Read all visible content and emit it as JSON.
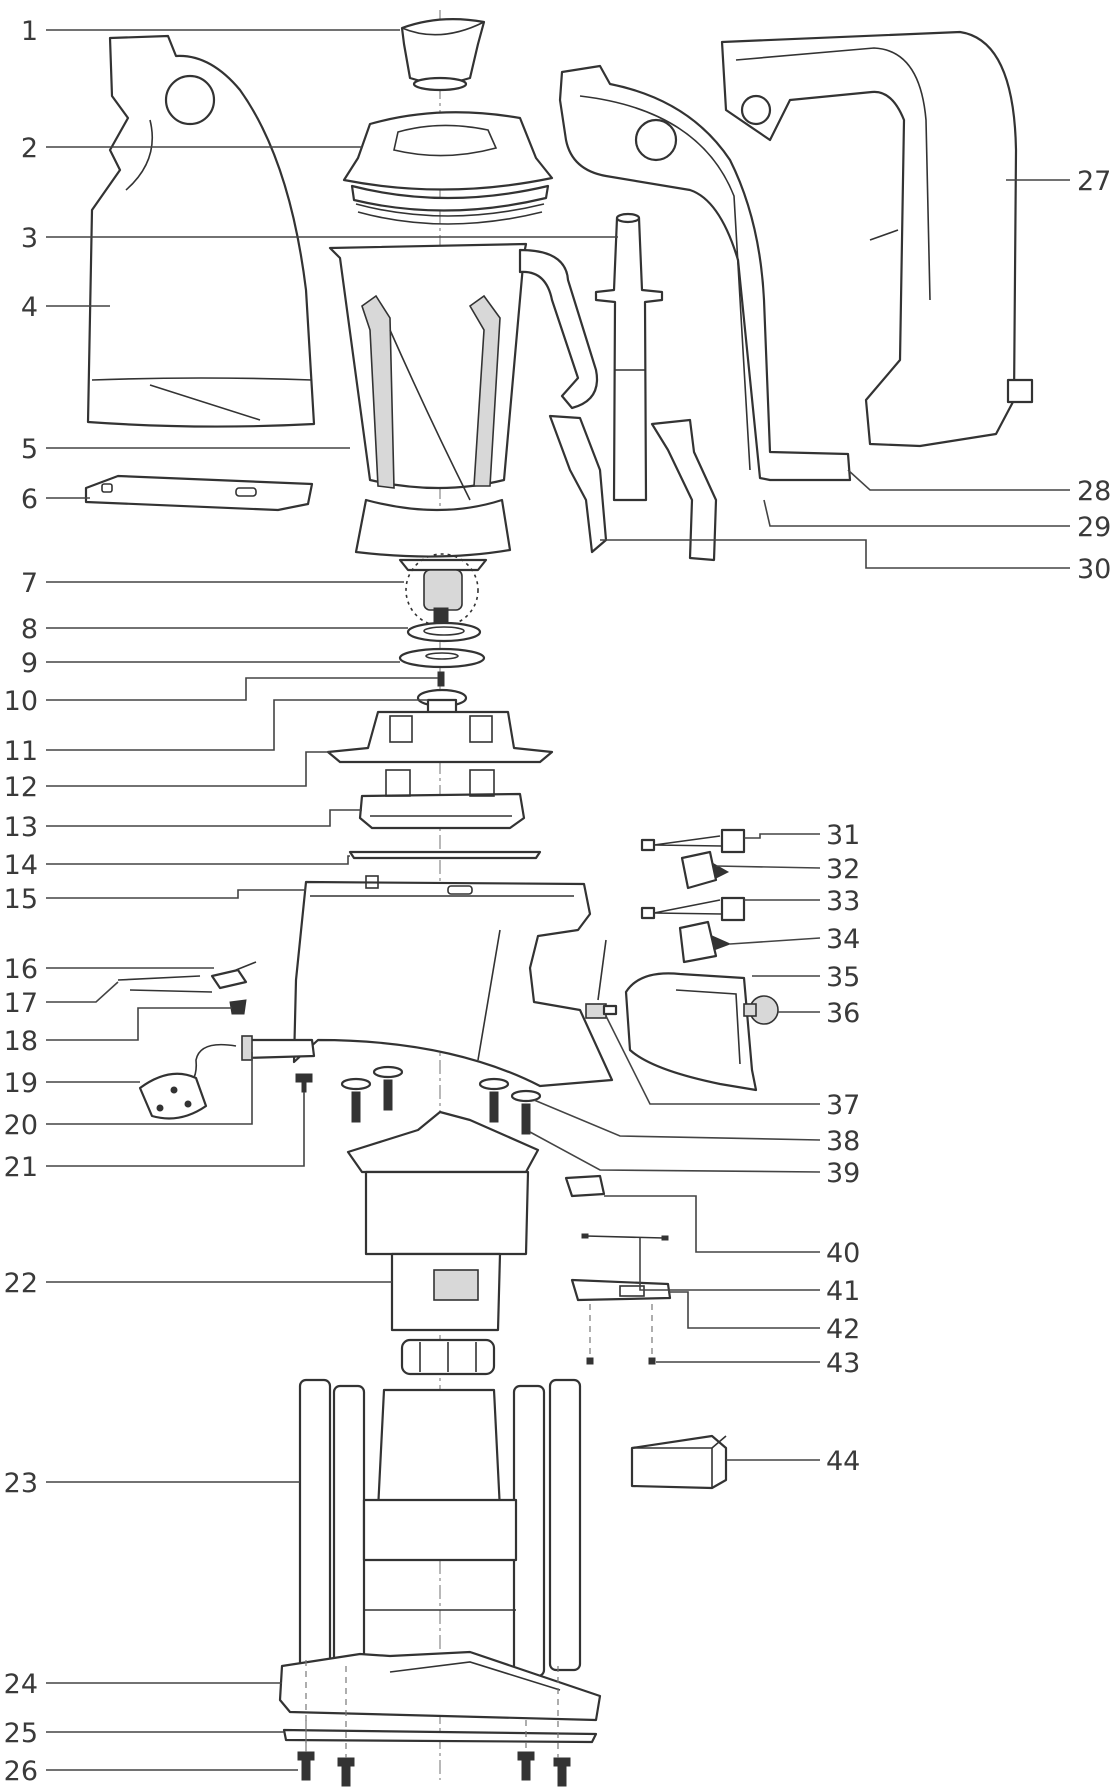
{
  "callouts": [
    {
      "n": "1"
    },
    {
      "n": "2"
    },
    {
      "n": "3"
    },
    {
      "n": "4"
    },
    {
      "n": "5"
    },
    {
      "n": "6"
    },
    {
      "n": "7"
    },
    {
      "n": "8"
    },
    {
      "n": "9"
    },
    {
      "n": "10"
    },
    {
      "n": "11"
    },
    {
      "n": "12"
    },
    {
      "n": "13"
    },
    {
      "n": "14"
    },
    {
      "n": "15"
    },
    {
      "n": "16"
    },
    {
      "n": "17"
    },
    {
      "n": "18"
    },
    {
      "n": "19"
    },
    {
      "n": "20"
    },
    {
      "n": "21"
    },
    {
      "n": "22"
    },
    {
      "n": "23"
    },
    {
      "n": "24"
    },
    {
      "n": "25"
    },
    {
      "n": "26"
    },
    {
      "n": "27"
    },
    {
      "n": "28"
    },
    {
      "n": "29"
    },
    {
      "n": "30"
    },
    {
      "n": "31"
    },
    {
      "n": "32"
    },
    {
      "n": "33"
    },
    {
      "n": "34"
    },
    {
      "n": "35"
    },
    {
      "n": "36"
    },
    {
      "n": "37"
    },
    {
      "n": "38"
    },
    {
      "n": "39"
    },
    {
      "n": "40"
    },
    {
      "n": "41"
    },
    {
      "n": "42"
    },
    {
      "n": "43"
    },
    {
      "n": "44"
    }
  ]
}
